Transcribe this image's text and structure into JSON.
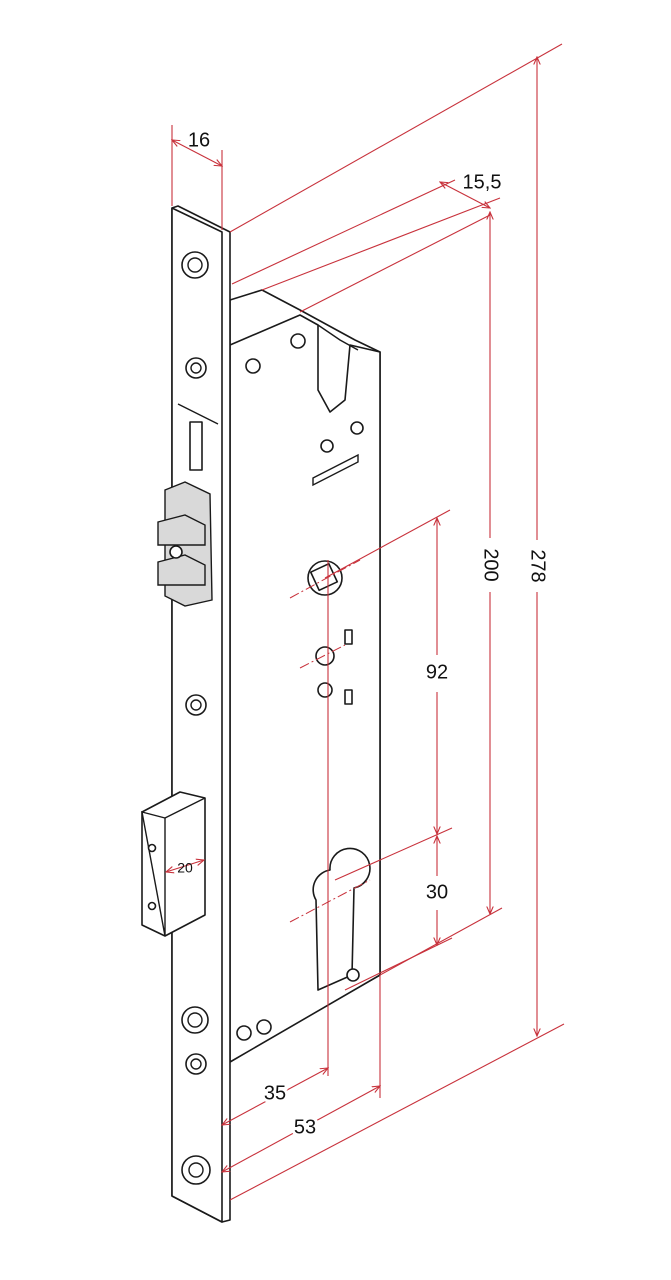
{
  "dimensions": {
    "faceplate_width": "16",
    "body_depth": "15,5",
    "total_height": "278",
    "body_height": "200",
    "handle_to_cylinder": "92",
    "cylinder_offset": "30",
    "backset": "35",
    "body_width": "53",
    "bolt_width": "20"
  },
  "colors": {
    "dimension_line": "#c8323c",
    "outline": "#1a1a1a"
  }
}
